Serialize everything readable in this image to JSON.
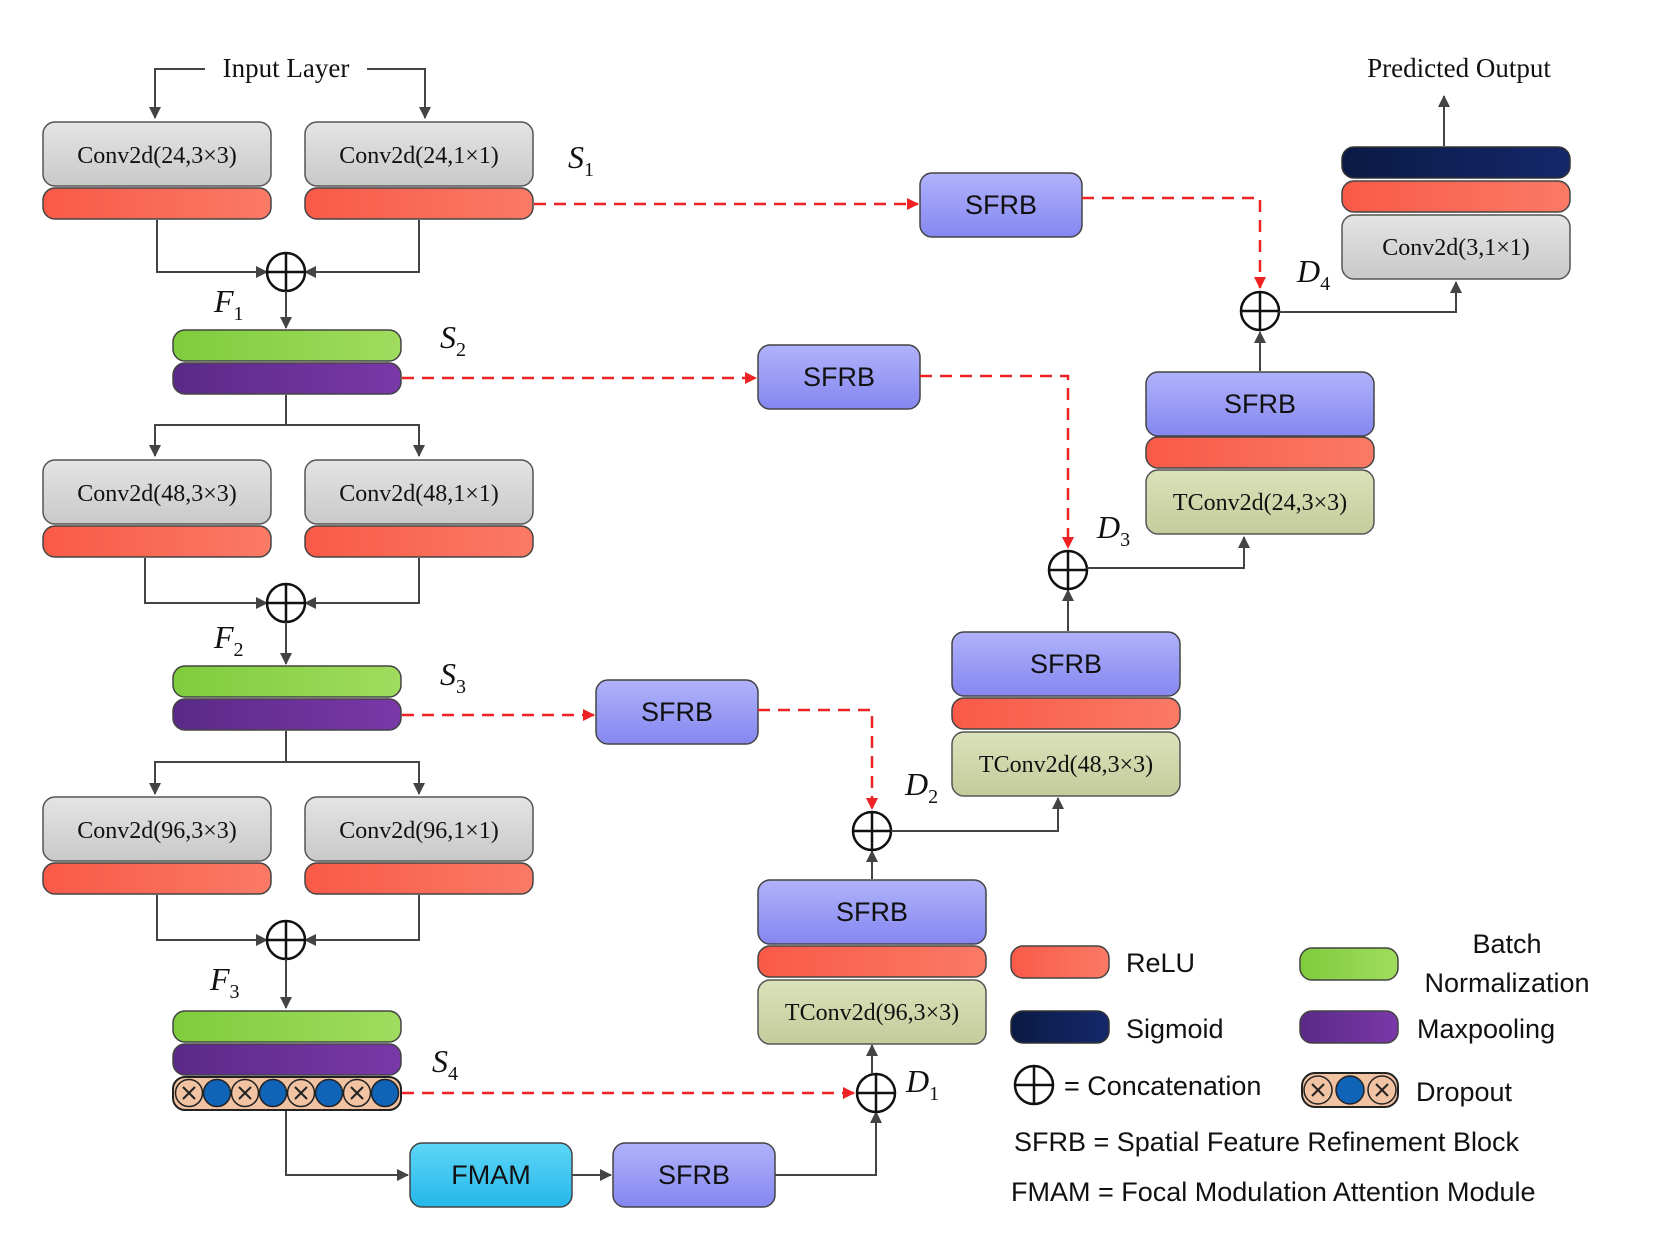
{
  "input_label": "Input Layer",
  "output_label": "Predicted Output",
  "encoder": {
    "stage1": {
      "conv_a": "Conv2d(24,3×3)",
      "conv_b": "Conv2d(24,1×1)",
      "f": "F",
      "f_sub": "1",
      "s": "S",
      "s_sub": "1"
    },
    "stage2": {
      "conv_a": "Conv2d(48,3×3)",
      "conv_b": "Conv2d(48,1×1)",
      "f": "F",
      "f_sub": "2",
      "s": "S",
      "s_sub": "2"
    },
    "stage3": {
      "conv_a": "Conv2d(96,3×3)",
      "conv_b": "Conv2d(96,1×1)",
      "f": "F",
      "f_sub": "3",
      "s": "S",
      "s_sub": "3"
    },
    "s4": "S",
    "s4_sub": "4"
  },
  "bottleneck": {
    "fmam": "FMAM",
    "sfrb": "SFRB"
  },
  "skip_sfrb": {
    "s1": "SFRB",
    "s2": "SFRB",
    "s3": "SFRB"
  },
  "decoder": {
    "d1": {
      "d": "D",
      "sub": "1",
      "tconv": "TConv2d(96,3×3)",
      "sfrb": "SFRB"
    },
    "d2": {
      "d": "D",
      "sub": "2",
      "tconv": "TConv2d(48,3×3)",
      "sfrb": "SFRB"
    },
    "d3": {
      "d": "D",
      "sub": "3",
      "tconv": "TConv2d(24,3×3)",
      "sfrb": "SFRB"
    },
    "d4": {
      "d": "D",
      "sub": "4",
      "conv": "Conv2d(3,1×1)"
    }
  },
  "legend": {
    "relu": "ReLU",
    "sigmoid": "Sigmoid",
    "batch_norm_1": "Batch",
    "batch_norm_2": "Normalization",
    "maxpool": "Maxpooling",
    "concat": "= Concatenation",
    "dropout": "Dropout",
    "sfrb_def": "SFRB = Spatial Feature Refinement Block",
    "fmam_def": "FMAM = Focal Modulation Attention Module"
  },
  "colors": {
    "relu": "#f96552",
    "sigmoid": "#0d2050",
    "batch_norm": "#8fd24d",
    "maxpool": "#6a2f96",
    "conv": "#d4d4d4",
    "tconv": "#cdd5aa",
    "sfrb": "#9a9cf6",
    "fmam": "#38c8f2",
    "dropout_light": "#f2c3a3",
    "dropout_dark": "#0f64b8",
    "skip_arrow": "#ee2222"
  }
}
